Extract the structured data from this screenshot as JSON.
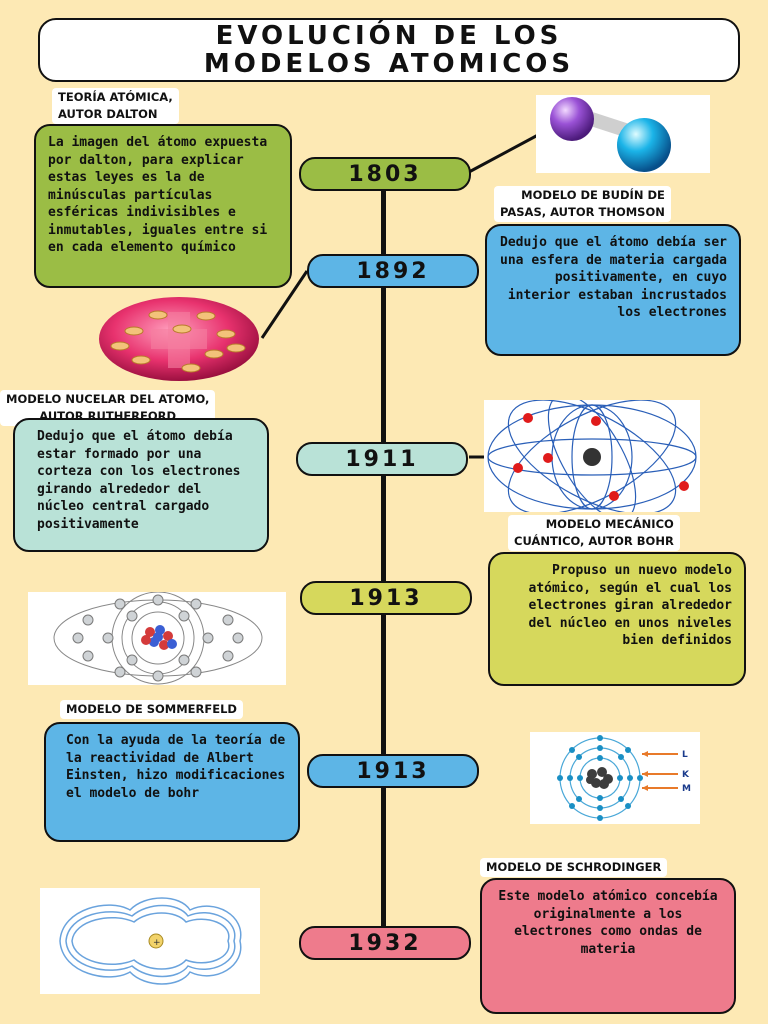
{
  "title": {
    "line1": "EVOLUCIÓN DE LOS",
    "line2": "MODELOS ATOMICOS"
  },
  "years": [
    "1803",
    "1892",
    "1911",
    "1913",
    "1913",
    "1932"
  ],
  "models": [
    {
      "label_line1": "TEORÍA ATÓMICA,",
      "label_line2": "AUTOR DALTON",
      "description": "La imagen del átomo expuesta por dalton, para explicar estas leyes es la de minúsculas partículas esféricas indivisibles e inmutables, iguales entre si en cada elemento químico"
    },
    {
      "label_line1": "MODELO DE BUDÍN DE",
      "label_line2": "PASAS, AUTOR THOMSON",
      "description": "Dedujo que el átomo debía ser una esfera de materia cargada positivamente, en cuyo interior estaban incrustados los electrones"
    },
    {
      "label_line1": "MODELO NUCELAR DEL ATOMO,",
      "label_line2": "AUTOR RUTHERFORD",
      "description": "Dedujo que el átomo debía estar formado por una corteza con los electrones girando alrededor del núcleo central cargado positivamente"
    },
    {
      "label_line1": "MODELO MECÁNICO",
      "label_line2": "CUÁNTICO, AUTOR BOHR",
      "description": "Propuso un nuevo modelo atómico, según el cual los electrones giran alrededor del núcleo en unos niveles bien definidos"
    },
    {
      "label_line1": "MODELO DE SOMMERFELD",
      "label_line2": "",
      "description": "Con la ayuda de la teoría de la reactividad de Albert Einsten, hizo modificaciones el modelo de bohr"
    },
    {
      "label_line1": "MODELO DE SCHRODINGER",
      "label_line2": "",
      "description": "Este modelo atómico concebía originalmente a los electrones como ondas de materia"
    }
  ],
  "sommerfeld_shell_letters": [
    "L",
    "K",
    "M"
  ],
  "colors": {
    "background": "#fde9b4",
    "green": "#9bbd45",
    "blue": "#5db5e6",
    "mint": "#b9e2d7",
    "yellow": "#d6d85c",
    "pink": "#ee7b8c"
  }
}
